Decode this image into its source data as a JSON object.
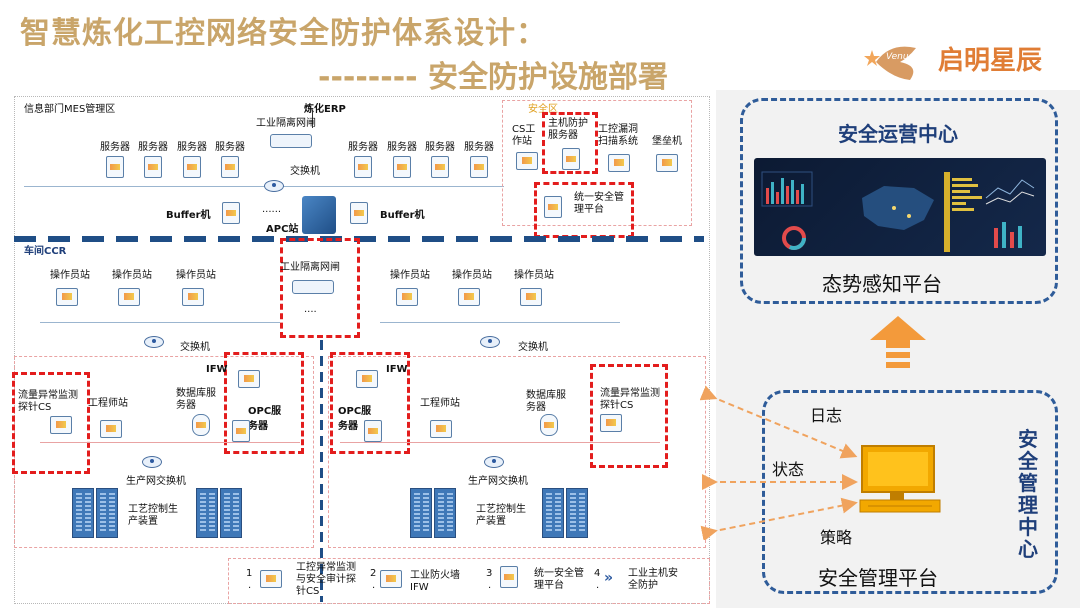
{
  "header": {
    "title_line1": "智慧炼化工控网络安全防护体系设计：",
    "title_line2": "-------- 安全防护设施部署",
    "logo_text": "启明星辰",
    "logo_mark": "Venus"
  },
  "mes": {
    "zone_label": "信息部门MES管理区",
    "erp_label": "炼化ERP",
    "isolation_gateway": "工业隔离网闸",
    "server_label": "服务器",
    "switch_label": "交换机",
    "buffer_label": "Buffer机",
    "apc_label": "APC站",
    "dots": "......"
  },
  "security_zone": {
    "label": "安全区",
    "cs_station": "CS工作站",
    "host_protect": "主机防护服务器",
    "vuln_scan": "工控漏洞扫描系统",
    "bastion": "堡垒机",
    "unified_platform": "统一安全管理平台"
  },
  "workshop": {
    "label": "车间CCR",
    "operator": "操作员站",
    "isolation_gateway": "工业隔离网闸",
    "switch_label": "交换机",
    "dots": "...."
  },
  "production": {
    "traffic_probe": "流量异常监测探针CS",
    "engineer": "工程师站",
    "database": "数据库服务器",
    "ifw": "IFW",
    "opc": "OPC服务器",
    "prod_switch": "生产网交换机",
    "process_control": "工艺控制生产装置"
  },
  "legend": {
    "items": [
      {
        "num": "1",
        "dot": ".",
        "label": "工控异常监测与安全审计探针CS"
      },
      {
        "num": "2",
        "dot": ".",
        "label": "工业防火墙IFW"
      },
      {
        "num": "3",
        "dot": ".",
        "label": "统一安全管理平台"
      },
      {
        "num": "4",
        "dot": ".",
        "label": "工业主机安全防护"
      }
    ]
  },
  "soc": {
    "title": "安全运营中心",
    "platform": "态势感知平台"
  },
  "smc": {
    "title": "安全管理中心",
    "log": "日志",
    "status": "状态",
    "policy": "策略",
    "platform": "安全管理平台"
  },
  "colors": {
    "title": "#c9a56a",
    "brand": "#e07d35",
    "panel_border": "#2f5c99",
    "red_highlight": "#e31d1d",
    "arrow": "#f0a35e"
  }
}
